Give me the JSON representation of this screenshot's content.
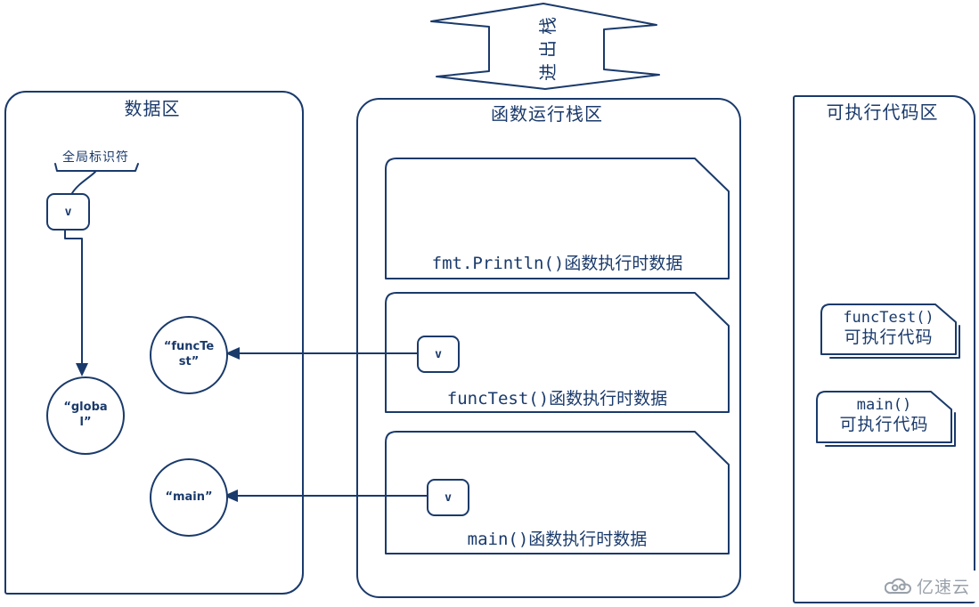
{
  "colors": {
    "ink": "#1A3A6B",
    "watermark_gray": "#99A1AA",
    "background": "#FFFFFF"
  },
  "stack_arrow": {
    "label": "进出栈",
    "direction": "bidirectional-vertical"
  },
  "areas": {
    "data": {
      "title": "数据区",
      "identifier_label": "全局标识符",
      "var_label": "v",
      "circles": [
        {
          "label": "“global”"
        },
        {
          "label": "“funcTest”"
        },
        {
          "label": "“main”"
        }
      ]
    },
    "stack": {
      "title": "函数运行栈区",
      "frames": [
        {
          "label": "fmt.Println()函数执行时数据"
        },
        {
          "label": "funcTest()函数执行时数据",
          "var_label": "v"
        },
        {
          "label": "main()函数执行时数据",
          "var_label": "v"
        }
      ]
    },
    "code": {
      "title": "可执行代码区",
      "blocks": [
        {
          "name": "funcTest()",
          "caption": "可执行代码"
        },
        {
          "name": "main()",
          "caption": "可执行代码"
        }
      ]
    }
  },
  "watermark": {
    "logo_icon": "cloud-icon",
    "text": "亿速云"
  }
}
